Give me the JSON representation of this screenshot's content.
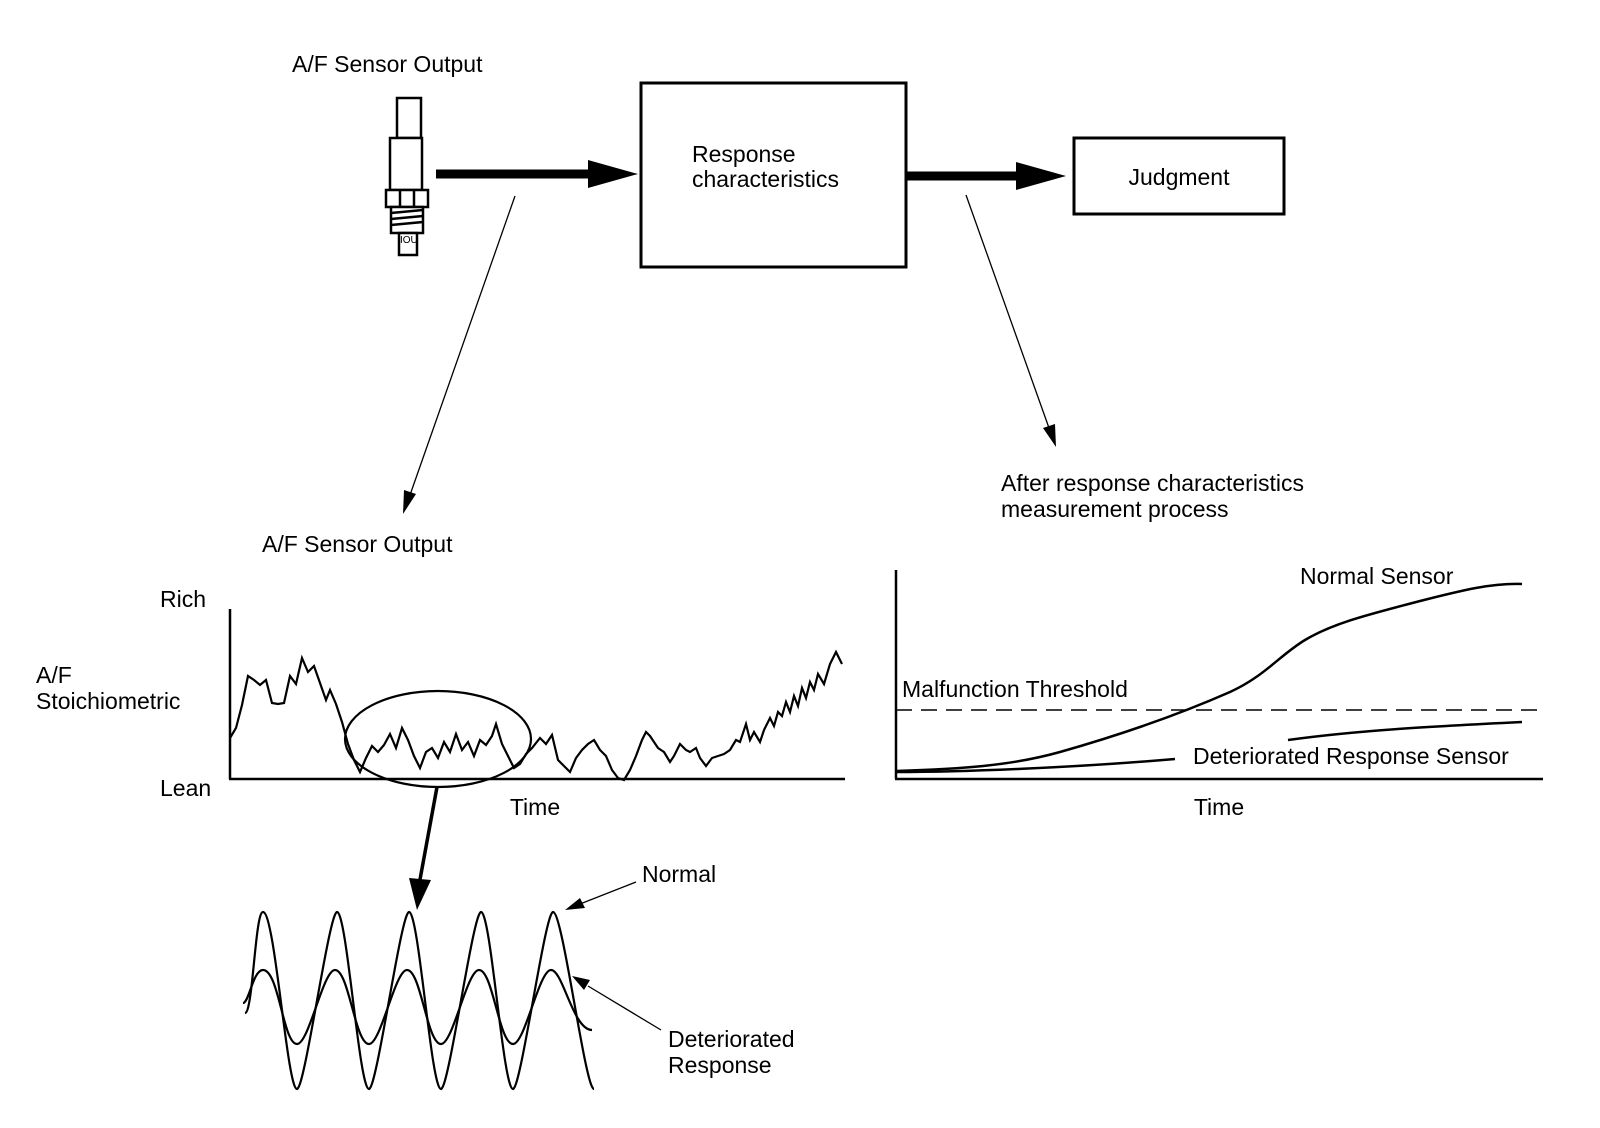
{
  "flow": {
    "sensor_label": "A/F Sensor Output",
    "sensor_marking": "IOU",
    "response_line1": "Response",
    "response_line2": "characteristics",
    "judgment": "Judgment"
  },
  "left_graph": {
    "title": "A/F Sensor Output",
    "y_top": "Rich",
    "y_label_1": "A/F",
    "y_label_2": "Stoichiometric",
    "y_bottom": "Lean",
    "x_label": "Time"
  },
  "detail": {
    "normal_label": "Normal",
    "deteriorated_line1": "Deteriorated",
    "deteriorated_line2": "Response"
  },
  "right_graph": {
    "note_line1": "After response characteristics",
    "note_line2": "measurement process",
    "normal_sensor": "Normal Sensor",
    "threshold": "Malfunction Threshold",
    "deteriorated_sensor": "Deteriorated Response Sensor",
    "x_label": "Time"
  },
  "colors": {
    "stroke": "#000000",
    "background": "#ffffff"
  }
}
